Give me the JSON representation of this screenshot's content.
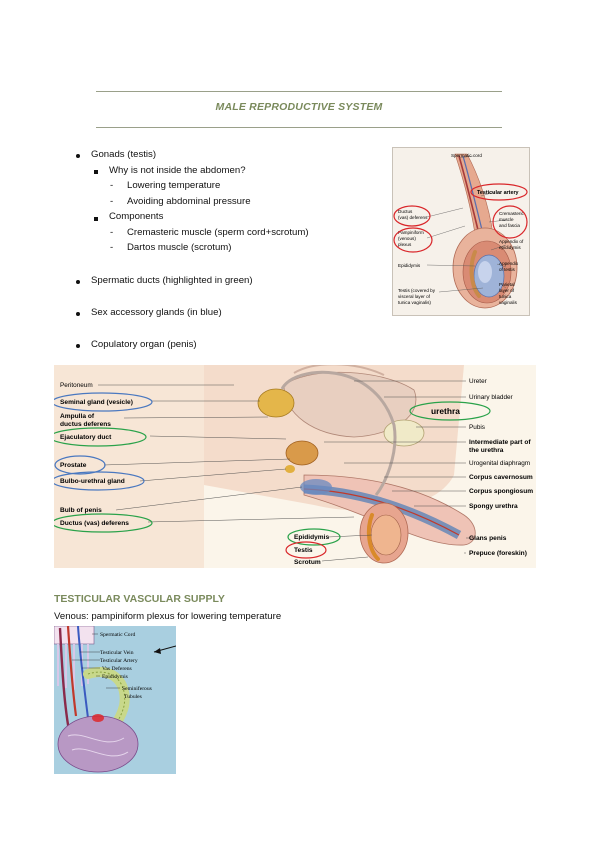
{
  "page": {
    "title": "MALE REPRODUCTIVE SYSTEM",
    "bullets": {
      "gonads": "Gonads (testis)",
      "why_not_abdomen": "Why is not inside the abdomen?",
      "lowering_temp": "Lowering temperature",
      "avoid_pressure": "Avoiding abdominal pressure",
      "components": "Components",
      "cremasteric": "Cremasteric muscle (sperm cord+scrotum)",
      "dartos": "Dartos muscle (scrotum)",
      "ducts": "Spermatic ducts (highlighted in green)",
      "glands": "Sex accessory glands (in blue)",
      "organ": "Copulatory organ (penis)"
    },
    "dash": "-",
    "section_heading": "TESTICULAR VASCULAR SUPPLY",
    "section_text": "Venous: pampiniform plexus for lowering temperature"
  },
  "fig_testis": {
    "spermatic_cord": "Spermatic cord",
    "testicular_artery": "Testicular artery",
    "ductus_line1": "Ductus",
    "ductus_line2": "(vas) deferens",
    "pamp_line1": "Pampiniform",
    "pamp_line2": "(venous)",
    "pamp_line3": "plexus",
    "crem_line1": "Cremasteric",
    "crem_line2": "muscle",
    "crem_line3": "and fascia",
    "app_epi_line1": "Appendix of",
    "app_epi_line2": "epididymis",
    "epididymis": "Epididymis",
    "app_test_line1": "Appendix",
    "app_test_line2": "of testis",
    "testis_line1": "Testis (covered by",
    "testis_line2": "visceral layer of",
    "testis_line3": "tunica vaginalis)",
    "parietal_line1": "Parietal",
    "parietal_line2": "layer of",
    "parietal_line3": "tunica",
    "parietal_line4": "vaginalis"
  },
  "fig_pelvis": {
    "left": {
      "peritoneum": "Peritoneum",
      "seminal": "Seminal gland (vesicle)",
      "ampulla_line1": "Ampulla of",
      "ampulla_line2": "ductus deferens",
      "ejaculatory": "Ejaculatory duct",
      "prostate": "Prostate",
      "bulbo": "Bulbo-urethral gland",
      "bulb_penis": "Bulb of penis",
      "ductus": "Ductus (vas) deferens"
    },
    "center": {
      "urethra": "urethra",
      "epididymis": "Epididymis",
      "testis": "Testis",
      "scrotum": "Scrotum"
    },
    "right": {
      "ureter": "Ureter",
      "bladder": "Urinary bladder",
      "pubis": "Pubis",
      "intermediate_line1": "Intermediate part of",
      "intermediate_line2": "the urethra",
      "urogenital": "Urogenital diaphragm",
      "cavernosum": "Corpus cavernosum",
      "spongiosum": "Corpus spongiosum",
      "spongy": "Spongy urethra",
      "glans": "Glans penis",
      "prepuce": "Prepuce (foreskin)"
    }
  },
  "fig_vascular": {
    "spermatic_cord": "Spermatic Cord",
    "testicular_vein": "Testicular Vein",
    "testicular_artery": "Testicular Artery",
    "vas_deferens": "Vas Deferens",
    "epididymis": "Epididymis",
    "seminiferous_line1": "Seminiferous",
    "seminiferous_line2": "Tubules"
  },
  "colors": {
    "heading_green": "#7a8a5c",
    "highlight_red": "#d9262a",
    "highlight_green": "#2aa24a",
    "highlight_blue": "#4a78c0"
  }
}
